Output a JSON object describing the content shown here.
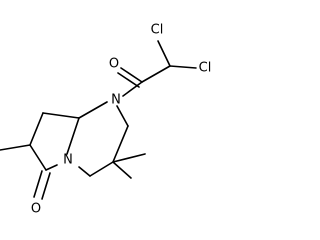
{
  "molecule": {
    "atoms": {
      "cl_top": "Cl",
      "cl_right": "Cl",
      "n_ring_top": "N",
      "n_ring_bottom": "N",
      "o_acyl": "O",
      "o_lactam": "O"
    }
  }
}
